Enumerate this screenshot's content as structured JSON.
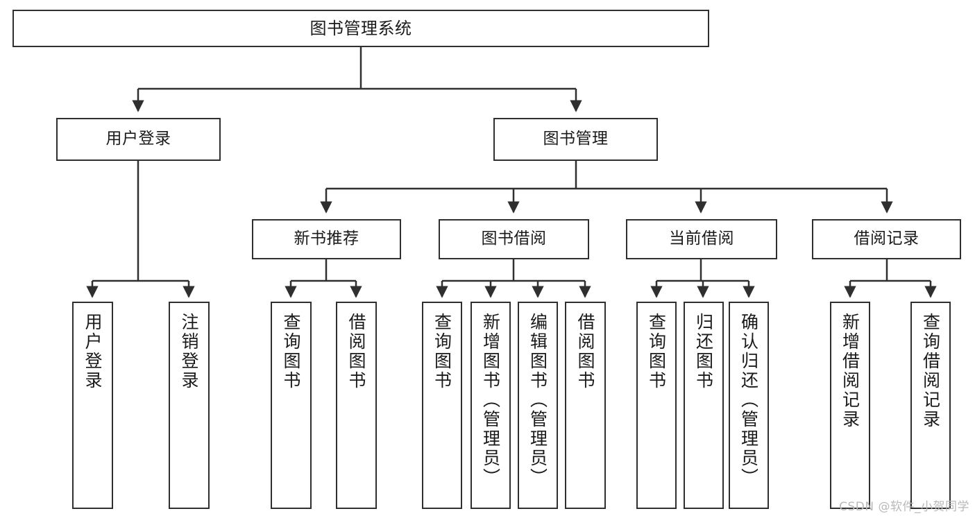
{
  "diagram": {
    "title": "图书管理系统",
    "type": "tree-structure-chart",
    "line_color": "#2f2f2f",
    "box_fill": "#ffffff",
    "text_color": "#1a1a1a"
  },
  "nodes": {
    "root": {
      "label": "图书管理系统"
    },
    "level2": [
      {
        "label": "用户登录"
      },
      {
        "label": "图书管理"
      }
    ],
    "level3": [
      {
        "label": "新书推荐"
      },
      {
        "label": "图书借阅"
      },
      {
        "label": "当前借阅"
      },
      {
        "label": "借阅记录"
      }
    ],
    "leaves": {
      "user_login": [
        {
          "label": "用户登录"
        },
        {
          "label": "注销登录"
        }
      ],
      "new_book_recommend": [
        {
          "label": "查询图书"
        },
        {
          "label": "借阅图书"
        }
      ],
      "book_borrow": [
        {
          "label": "查询图书"
        },
        {
          "label": "新增图书（管理员）"
        },
        {
          "label": "编辑图书（管理员）"
        },
        {
          "label": "借阅图书"
        }
      ],
      "current_borrow": [
        {
          "label": "查询图书"
        },
        {
          "label": "归还图书"
        },
        {
          "label": "确认归还（管理员）"
        }
      ],
      "borrow_record": [
        {
          "label": "新增借阅记录"
        },
        {
          "label": "查询借阅记录"
        }
      ]
    }
  },
  "watermark": {
    "text": "CSDN @软件_小贺同学"
  }
}
